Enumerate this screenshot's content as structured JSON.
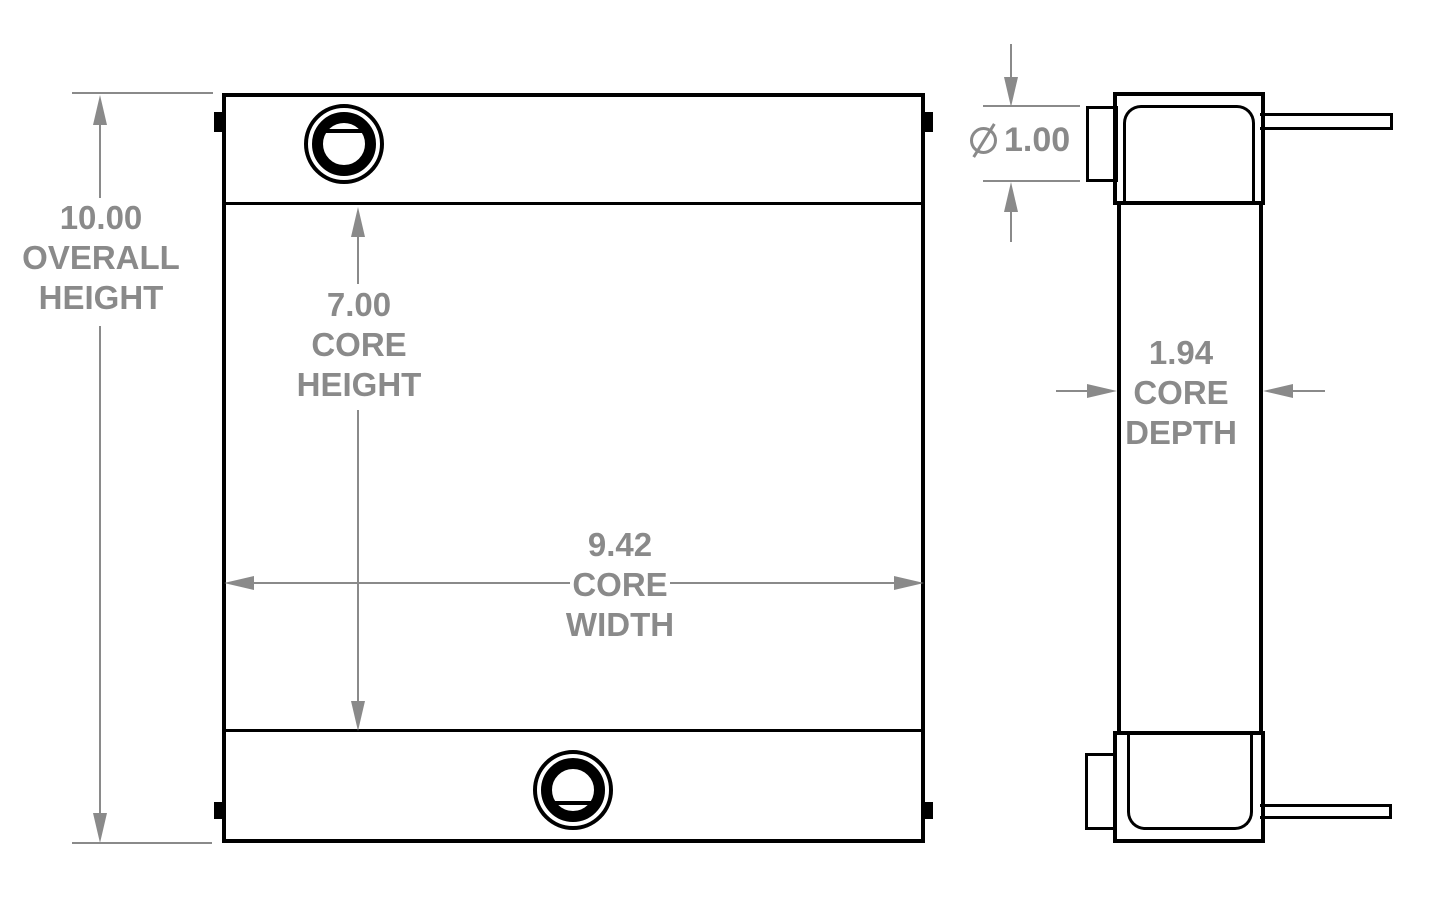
{
  "drawing": {
    "views": {
      "front_view": "cooler-front-view",
      "side_view": "cooler-side-view"
    },
    "labels": {
      "overall_height": {
        "line1": "10.00",
        "line2": "OVERALL",
        "line3": "HEIGHT"
      },
      "core_height": {
        "line1": "7.00",
        "line2": "CORE",
        "line3": "HEIGHT"
      },
      "core_width": {
        "line1": "9.42",
        "line2": "CORE",
        "line3": "WIDTH"
      },
      "core_depth": {
        "line1": "1.94",
        "line2": "CORE",
        "line3": "DEPTH"
      },
      "port_diameter": {
        "value": "1.00",
        "symbol": "diameter-icon"
      }
    },
    "colors": {
      "line": "#000000",
      "dimension": "#8a8a8a",
      "background": "#ffffff"
    }
  }
}
